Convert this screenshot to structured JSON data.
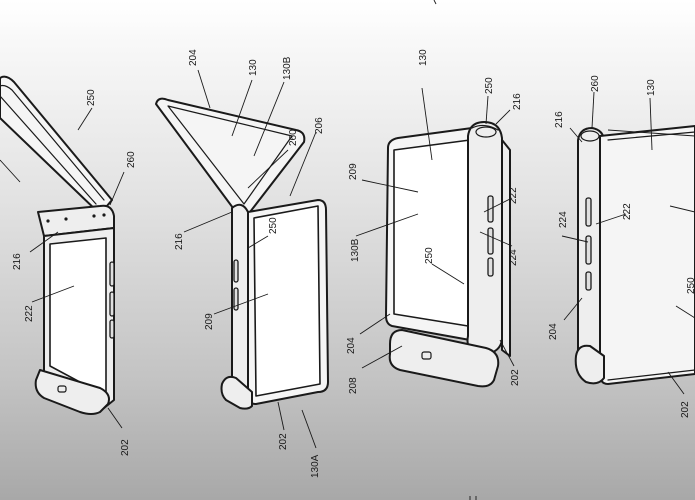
{
  "figures": [
    {
      "name": "figure-1",
      "labels": {
        "a": "250",
        "b": "260",
        "c": "216",
        "d": "222",
        "e": "202"
      }
    },
    {
      "name": "figure-2",
      "labels": {
        "a": "204",
        "b": "130",
        "c": "130B",
        "d": "260",
        "e": "206",
        "f": "216",
        "g": "250",
        "h": "209",
        "i": "202",
        "j": "130A"
      }
    },
    {
      "name": "figure-3",
      "labels": {
        "a": "130",
        "b": "250",
        "c": "216",
        "d": "209",
        "e": "222",
        "f": "130B",
        "g": "224",
        "h": "250",
        "i": "204",
        "j": "208",
        "k": "202"
      }
    },
    {
      "name": "figure-4",
      "labels": {
        "a": "260",
        "b": "130",
        "c": "216",
        "d": "222",
        "e": "224",
        "f": "250",
        "g": "204",
        "h": "202"
      }
    }
  ]
}
